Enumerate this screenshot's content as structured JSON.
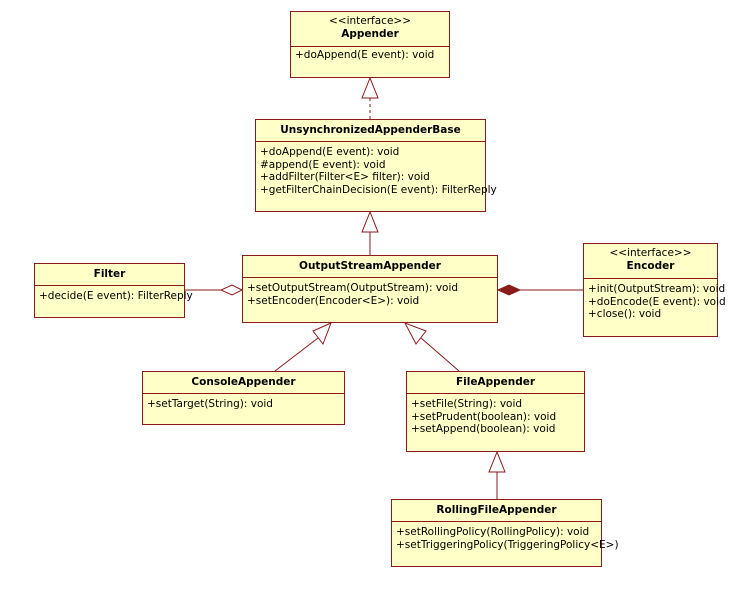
{
  "colors": {
    "class_fill": "#ffffc8",
    "class_border": "#8b1a1a",
    "connector": "#8b1a1a",
    "text": "#000000",
    "background": "#ffffff"
  },
  "classes": {
    "appender": {
      "stereotype": "<<interface>>",
      "name": "Appender",
      "operations": [
        "+doAppend(E event): void"
      ]
    },
    "unsync": {
      "name": "UnsynchronizedAppenderBase",
      "operations": [
        "+doAppend(E event): void",
        "#append(E event): void",
        "+addFilter(Filter<E> filter): void",
        "+getFilterChainDecision(E event): FilterReply"
      ]
    },
    "filter": {
      "name": "Filter",
      "operations": [
        "+decide(E event): FilterReply"
      ]
    },
    "outputStream": {
      "name": "OutputStreamAppender",
      "operations": [
        "+setOutputStream(OutputStream): void",
        "+setEncoder(Encoder<E>): void"
      ]
    },
    "encoder": {
      "stereotype": "<<interface>>",
      "name": "Encoder",
      "operations": [
        "+init(OutputStream): void",
        "+doEncode(E event): void",
        "+close(): void"
      ]
    },
    "console": {
      "name": "ConsoleAppender",
      "operations": [
        "+setTarget(String): void"
      ]
    },
    "file": {
      "name": "FileAppender",
      "operations": [
        "+setFile(String): void",
        "+setPrudent(boolean): void",
        "+setAppend(boolean): void"
      ]
    },
    "rolling": {
      "name": "RollingFileAppender",
      "operations": [
        "+setRollingPolicy(RollingPolicy): void",
        "+setTriggeringPolicy(TriggeringPolicy<E>)"
      ]
    }
  },
  "relations": [
    {
      "from": "unsync",
      "to": "appender",
      "kind": "realization"
    },
    {
      "from": "outputStream",
      "to": "unsync",
      "kind": "generalization"
    },
    {
      "from": "console",
      "to": "outputStream",
      "kind": "generalization"
    },
    {
      "from": "file",
      "to": "outputStream",
      "kind": "generalization"
    },
    {
      "from": "rolling",
      "to": "file",
      "kind": "generalization"
    },
    {
      "from": "outputStream",
      "to": "filter",
      "kind": "aggregation"
    },
    {
      "from": "outputStream",
      "to": "encoder",
      "kind": "composition"
    }
  ]
}
